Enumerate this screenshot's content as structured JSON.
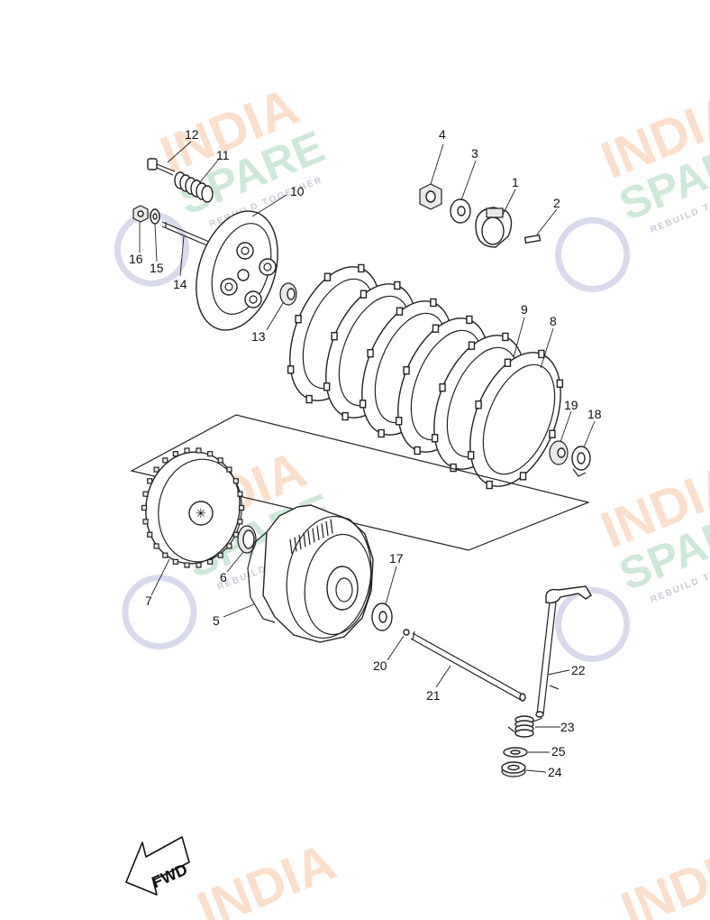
{
  "watermark": {
    "line1": "INDIA",
    "line2": "SPARE",
    "tagline": "REBUILD TOGETHER",
    "colors": {
      "primary": "#f6c8a4",
      "secondary": "#a9d6bd",
      "mark": "#c9cbe4"
    }
  },
  "parts": [
    {
      "num": "1"
    },
    {
      "num": "2"
    },
    {
      "num": "3"
    },
    {
      "num": "4"
    },
    {
      "num": "5"
    },
    {
      "num": "6"
    },
    {
      "num": "7"
    },
    {
      "num": "8"
    },
    {
      "num": "9"
    },
    {
      "num": "10"
    },
    {
      "num": "11"
    },
    {
      "num": "12"
    },
    {
      "num": "13"
    },
    {
      "num": "14"
    },
    {
      "num": "15"
    },
    {
      "num": "16"
    },
    {
      "num": "17"
    },
    {
      "num": "18"
    },
    {
      "num": "19"
    },
    {
      "num": "20"
    },
    {
      "num": "21"
    },
    {
      "num": "22"
    },
    {
      "num": "23"
    },
    {
      "num": "24"
    },
    {
      "num": "25"
    }
  ],
  "direction_arrow": {
    "label": "FWD"
  }
}
